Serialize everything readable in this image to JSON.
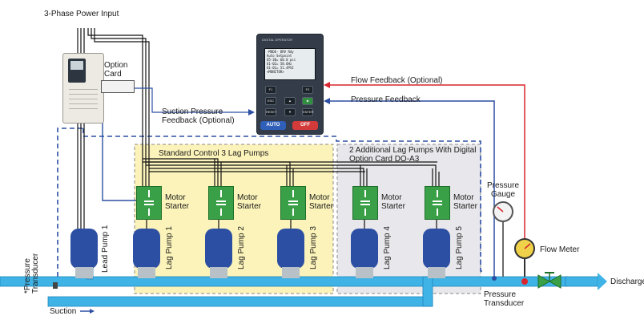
{
  "labels": {
    "power_input": "3-Phase Power Input",
    "option_card": "Option Card",
    "flow_feedback": "Flow Feedback (Optional)",
    "pressure_feedback": "Pressure Feedback",
    "suction_pressure_feedback": "Suction Pressure Feedback (Optional)",
    "standard_control": "Standard Control 3 Lag Pumps",
    "additional_pumps": "2 Additional Lag Pumps With Digital Option Card DO-A3",
    "pressure_gauge": "Pressure Gauge",
    "flow_meter": "Flow Meter",
    "discharge": "Discharge",
    "pressure_transducer": "Pressure Transducer",
    "pressure_transducer_vertical": "*Pressure Transducer",
    "suction": "Suction",
    "motor_starter": "Motor Starter"
  },
  "pumps": [
    {
      "label": "Lead Pump 1",
      "starter": false
    },
    {
      "label": "Lag Pump 1",
      "starter": true
    },
    {
      "label": "Lag Pump 2",
      "starter": true
    },
    {
      "label": "Lag Pump 3",
      "starter": true
    },
    {
      "label": "Lag Pump 4",
      "starter": true
    },
    {
      "label": "Lag Pump 5",
      "starter": true
    }
  ],
  "keypad": {
    "header": "DIGITAL OPERATOR",
    "screen_lines": [
      "-MODE-         DRV Rdy",
      "  Auto Setpoint",
      "U5-30=    60.0 psi",
      "U1-02=   58.6Hz",
      "U1-01=   51.4PSI",
      "   <MONITOR>"
    ],
    "keys": [
      "F1",
      "F2",
      "ESC",
      "RESET",
      "ENTER"
    ],
    "auto_label": "AUTO",
    "off_label": "OFF"
  },
  "colors": {
    "pipe": "#3fb3e6",
    "feedback_blue": "#2c4fa3",
    "feedback_red": "#d9262e",
    "standard_zone": "#fbf3b9",
    "additional_zone": "#e8e8ec",
    "starter_green": "#3aa048",
    "pump_blue": "#2c4ea3"
  }
}
